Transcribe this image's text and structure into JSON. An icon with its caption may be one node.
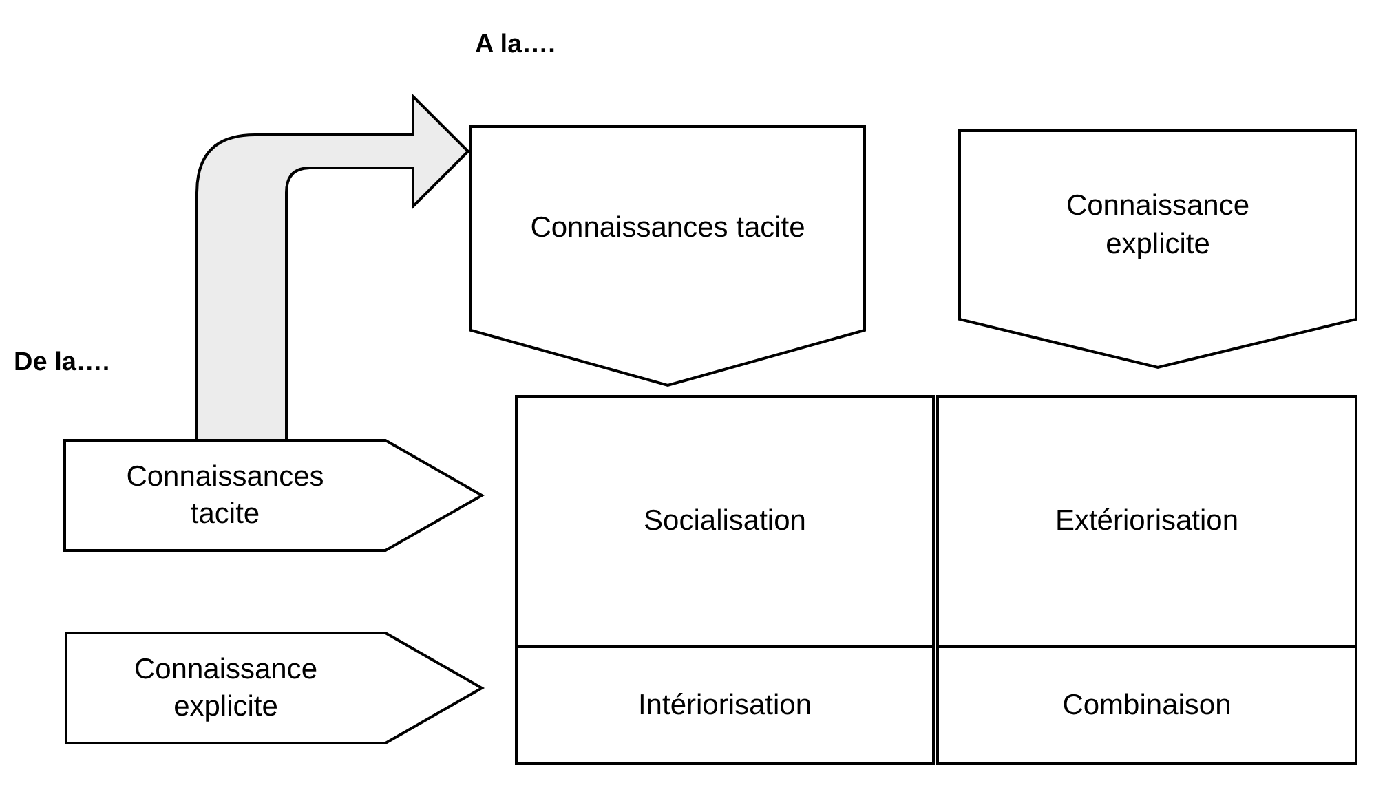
{
  "diagram": {
    "nodes": [
      {
        "text": [
          "Connaissances tacite"
        ]
      },
      {
        "text": [
          "Connaissance explicite"
        ]
      },
      {
        "text": [
          "Connaissances tacite"
        ]
      },
      {
        "text": [
          "Socialisation"
        ]
      },
      {
        "text": [
          "Extériorisation"
        ]
      },
      {
        "text": [
          "Connaissance explicite"
        ]
      },
      {
        "text": [
          "Intériorisation"
        ]
      },
      {
        "text": [
          "Combinaison"
        ]
      }
    ],
    "edges": [
      {
        "from": 2,
        "to": 0,
        "arrow": "to",
        "style": "thick"
      }
    ],
    "labels": [
      "A la….",
      "De la…."
    ]
  }
}
